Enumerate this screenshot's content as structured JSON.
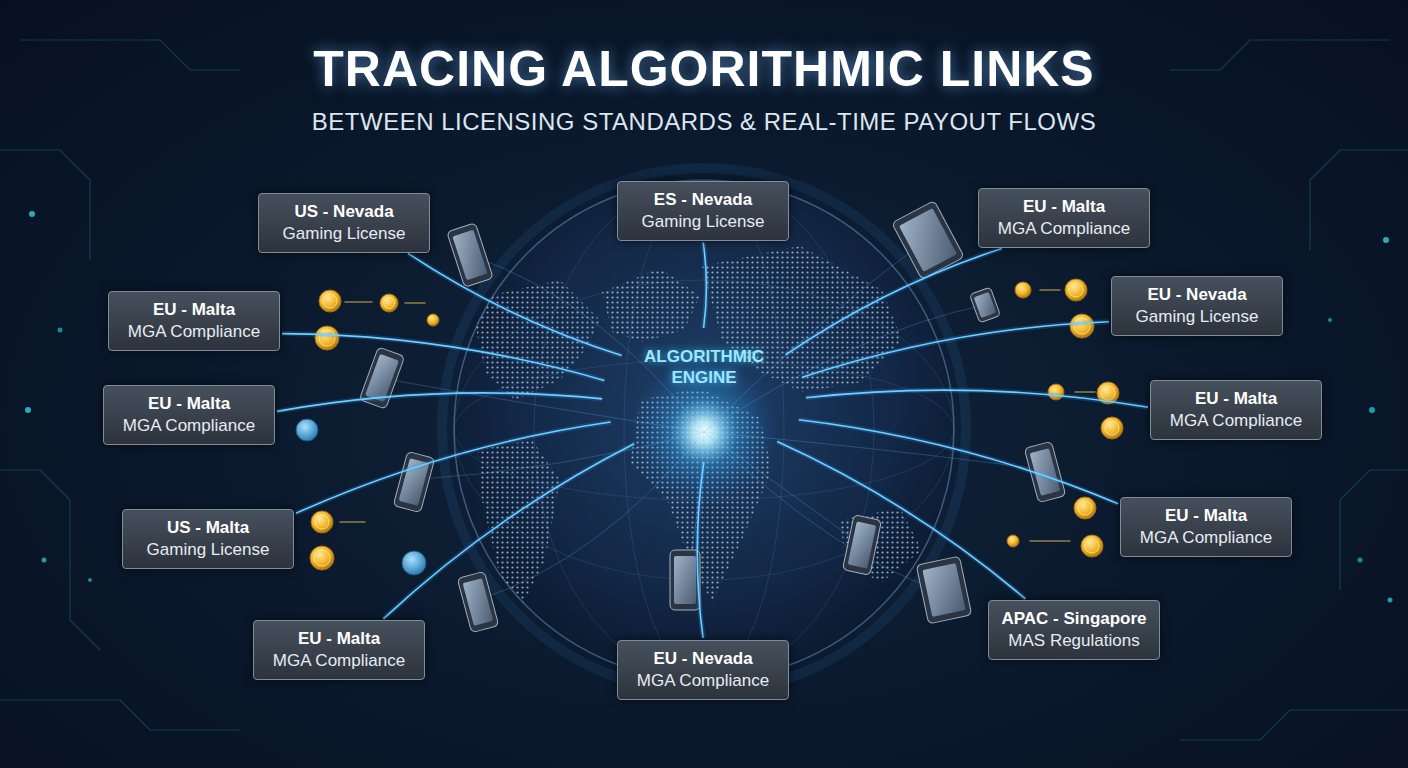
{
  "diagram": {
    "title": "TRACING ALGORITHMIC LINKS",
    "nodes": [
      {
        "text": [
          "US - Nevada",
          "Gaming License"
        ]
      },
      {
        "text": [
          "ES - Nevada",
          "Gaming License"
        ]
      },
      {
        "text": [
          "EU - Malta",
          "MGA Compliance"
        ]
      },
      {
        "text": [
          "EU - Malta",
          "MGA Compliance"
        ]
      },
      {
        "text": [
          "EU - Nevada",
          "Gaming License"
        ]
      },
      {
        "text": [
          "ALGORITHMIC ENGINE"
        ]
      },
      {
        "text": [
          "EU - Malta",
          "MGA Compliance"
        ]
      },
      {
        "text": [
          "EU - Malta",
          "MGA Compliance"
        ]
      },
      {
        "text": [
          "US - Malta",
          "Gaming License"
        ]
      },
      {
        "text": [
          "EU - Malta",
          "MGA Compliance"
        ]
      },
      {
        "text": [
          "EU - Malta",
          "MGA Compliance"
        ]
      },
      {
        "text": [
          "APAC - Singapore",
          "MAS Regulations"
        ]
      },
      {
        "text": [
          "EU - Nevada",
          "MGA Compliance"
        ]
      }
    ],
    "edges": [
      {
        "from": 0,
        "to": 5,
        "arrow": "none"
      },
      {
        "from": 1,
        "to": 5,
        "arrow": "none"
      },
      {
        "from": 2,
        "to": 5,
        "arrow": "none"
      },
      {
        "from": 3,
        "to": 5,
        "arrow": "none"
      },
      {
        "from": 4,
        "to": 5,
        "arrow": "none"
      },
      {
        "from": 6,
        "to": 5,
        "arrow": "none"
      },
      {
        "from": 7,
        "to": 5,
        "arrow": "none"
      },
      {
        "from": 8,
        "to": 5,
        "arrow": "none"
      },
      {
        "from": 9,
        "to": 5,
        "arrow": "none"
      },
      {
        "from": 10,
        "to": 5,
        "arrow": "none"
      },
      {
        "from": 11,
        "to": 5,
        "arrow": "none"
      },
      {
        "from": 12,
        "to": 5,
        "arrow": "none"
      }
    ],
    "labels": [
      "BETWEEN LICENSING STANDARDS & REAL-TIME PAYOUT FLOWS"
    ]
  }
}
